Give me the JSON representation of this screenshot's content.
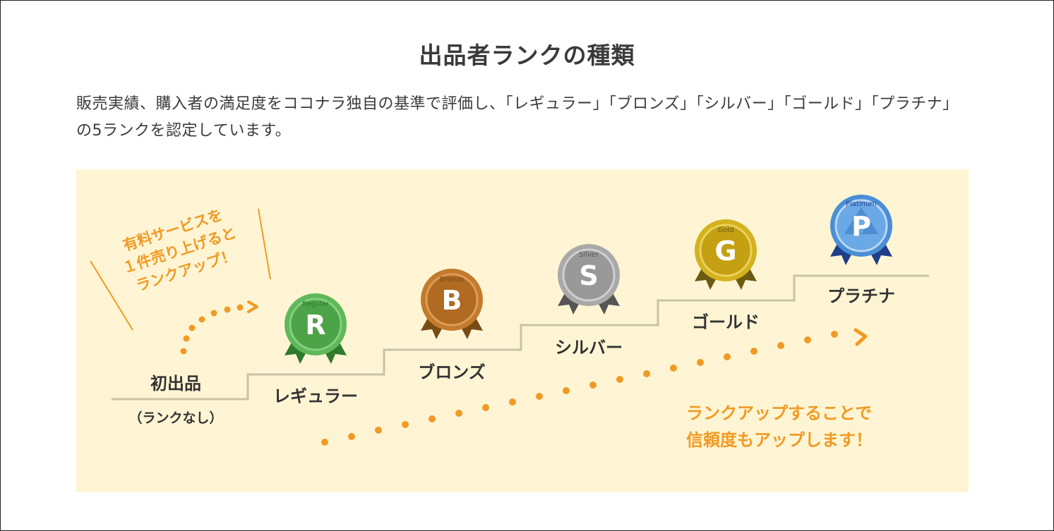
{
  "page": {
    "title": "出品者ランクの種類",
    "description": "販売実績、購入者の満足度をココナラ独自の基準で評価し、「レギュラー」「ブロンズ」「シルバー」「ゴールド」「プラチナ」の5ランクを認定しています。"
  },
  "diagram": {
    "promo_top": [
      "有料サービスを",
      "１件売り上げると",
      "ランクアップ！"
    ],
    "promo_bottom": [
      "ランクアップすることで",
      "信頼度もアップします！"
    ],
    "start_label": "初出品",
    "start_sublabel": "（ランクなし）",
    "ranks": [
      {
        "name": "レギュラー",
        "letter": "R",
        "word": "Regular",
        "color": "#5fb85a"
      },
      {
        "name": "ブロンズ",
        "letter": "B",
        "word": "Bronze",
        "color": "#c47a2c"
      },
      {
        "name": "シルバー",
        "letter": "S",
        "word": "Silver",
        "color": "#a9a9a9"
      },
      {
        "name": "ゴールド",
        "letter": "G",
        "word": "Gold",
        "color": "#d4b21e"
      },
      {
        "name": "プラチナ",
        "letter": "P",
        "word": "Platinum",
        "color": "#4a8fd6"
      }
    ],
    "accent_color": "#f19a24",
    "step_line_color": "#c8c3a8"
  }
}
